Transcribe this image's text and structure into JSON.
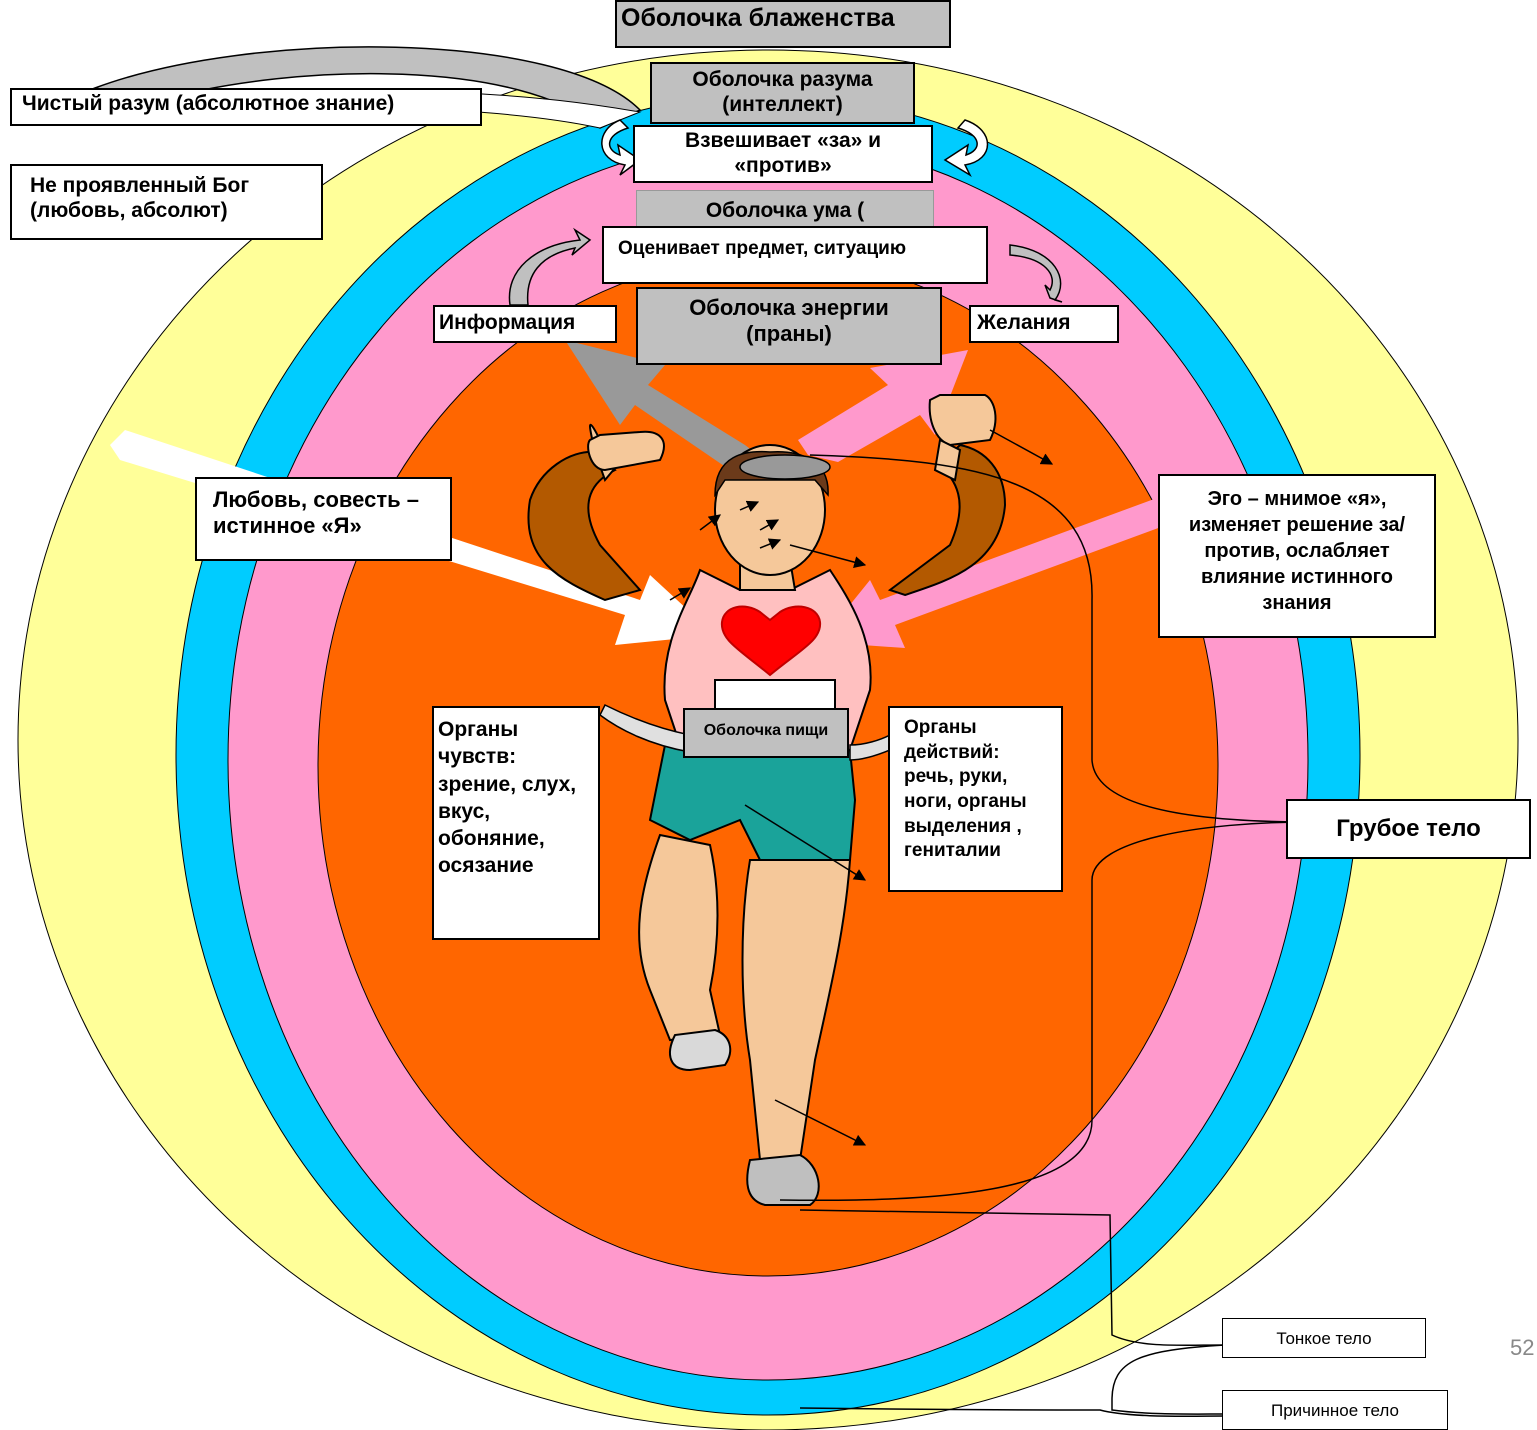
{
  "sheaths": {
    "bliss": "Оболочка блаженства",
    "intellect": "Оболочка разума (интеллект)",
    "mind": "Оболочка ума (",
    "energy": "Оболочка  энергии (праны)",
    "food": "Оболочка пищи"
  },
  "labels": {
    "pure_mind": "Чистый разум (абсолютное знание)",
    "unmanifest_god": "Не проявленный Бог (любовь, абсолют)",
    "weighs": "Взвешивает «за» и «против»",
    "evaluates": "Оценивает предмет, ситуацию",
    "information": "Информация",
    "desires": "Желания",
    "love_conscience": "Любовь, совесть – истинное «Я»",
    "ego": "Эго – мнимое «я», изменяет решение за/против, ослабляет влияние истинного знания",
    "sense_organs": "Органы чувств: зрение, слух, вкус, обоняние, осязание",
    "action_organs": "Органы действий: речь, руки, ноги, органы выделения , гениталии",
    "gross_body": "Грубое тело",
    "subtle_body": "Тонкое тело",
    "causal_body": "Причинное тело"
  },
  "page_number": "52",
  "colors": {
    "causal_layer": "#ffff99",
    "intellect_layer": "#00ccff",
    "mind_layer": "#ff99cc",
    "energy_layer": "#ff6600",
    "gray_box": "#c0c0c0",
    "heart": "#ff0000"
  }
}
